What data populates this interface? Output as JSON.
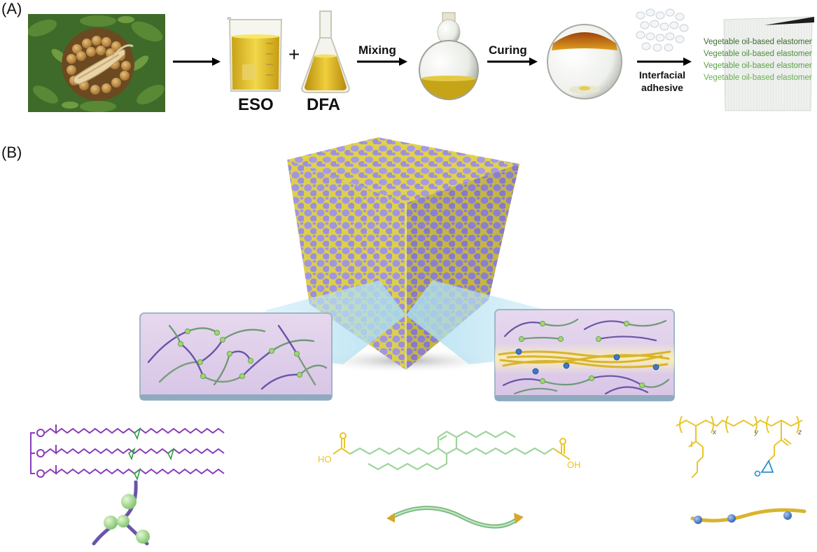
{
  "panels": {
    "a_label": "(A)",
    "b_label": "(B)"
  },
  "process": {
    "plus": "+",
    "eso": "ESO",
    "dfa": "DFA",
    "mixing": "Mixing",
    "curing": "Curing",
    "interfacial_line1": "Interfacial",
    "interfacial_line2": "adhesive"
  },
  "film_texts": [
    "Vegetable oil-based elastomer",
    "Vegetable oil-based elastomer",
    "Vegetable oil-based elastomer",
    "Vegetable oil-based elastomer"
  ],
  "chem": {
    "hydroxyl_left": "HO",
    "hydroxyl_right": "OH",
    "x_sub": "x",
    "y_sub": "y",
    "z_sub": "z"
  },
  "colors": {
    "eso_purple": "#8a3ab9",
    "dfa_green": "#9ed49b",
    "acid_yellow": "#e8c62a",
    "epoxy_blue": "#2a8fd0",
    "cube_lavender": "#a79be3",
    "network_purple": "#6a54a8"
  }
}
